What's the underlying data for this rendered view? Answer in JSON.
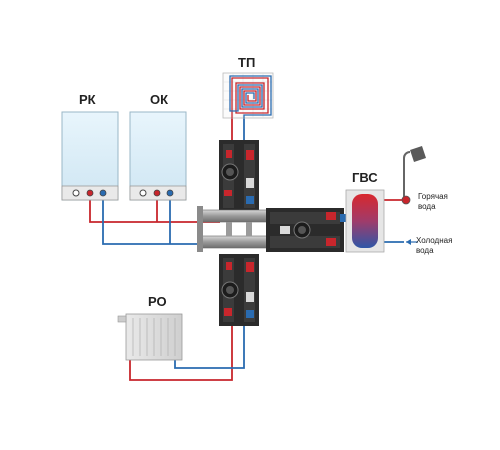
{
  "labels": {
    "rk": "РК",
    "ok": "ОК",
    "tp": "ТП",
    "gvs": "ГВС",
    "ro": "РО",
    "hot_water_line1": "Горячая",
    "hot_water_line2": "вода",
    "cold_water_line1": "Холодная",
    "cold_water_line2": "вода"
  },
  "colors": {
    "supply": "#c8262c",
    "return": "#2a6bb0",
    "module": "#2b2b2b",
    "boiler_panel": "#dff0f9",
    "tank_red": "#d8282e",
    "tank_blue": "#2f56a8"
  },
  "icons": [
    "boiler",
    "underfloor-heating-coil",
    "radiator",
    "shower-head",
    "hot-water-tank",
    "pump",
    "arrow"
  ]
}
